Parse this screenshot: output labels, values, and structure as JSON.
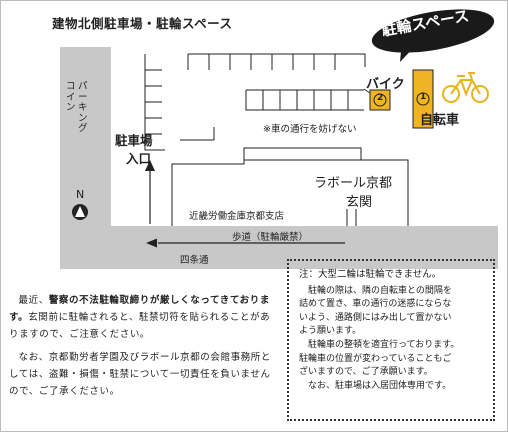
{
  "map": {
    "title": "建物北側駐車場・駐輪スペース",
    "coin_parking_line1": "コイン",
    "coin_parking_line2": "パーキング",
    "parking_entrance_line1": "駐車場",
    "parking_entrance_line2": "入口",
    "north_label": "N",
    "bicycle_space_label": "駐輪スペース",
    "bike_label": "バイク",
    "bike_number": "2",
    "bicycle_label": "自転車",
    "bicycle_number": "1",
    "no_blocking_note": "※車の通行を妨げない",
    "building_name_line1": "ラボール京都",
    "building_name_line2": "玄関",
    "bank_name": "近畿労働金庫京都支店",
    "sidewalk_label": "歩道（駐輪厳禁）",
    "street_label": "四条通",
    "colors": {
      "road": "#c8c8c8",
      "badge": "#f0b323",
      "bubble": "#1a1a1a"
    }
  },
  "notice": {
    "heading": "注：大型二輪は駐輪できません。",
    "lines": [
      "駐輪の際は、隣の自転車との間隔を",
      "詰めて置き、車の通行の迷惑にならな",
      "いよう、通路側にはみ出して置かない",
      "よう願います。",
      "駐輪車の整頓を適宜行っております。",
      "駐輪車の位置が変わっていることもご",
      "ざいますので、ご了承願います。",
      "なお、駐車場は入居団体専用です。"
    ]
  },
  "warning": {
    "para1_intro": "最近、",
    "para1_bold": "警察の不法駐輪取締りが厳しくなってきております。",
    "para1_rest": "玄関前に駐輪されると、駐禁切符を貼られることがありますので、ご注意ください。",
    "para2": "なお、京都勤労者学園及びラボール京都の会館事務所としては、盗難・損傷・駐禁について一切責任を負いませんので、ご了承ください。"
  }
}
